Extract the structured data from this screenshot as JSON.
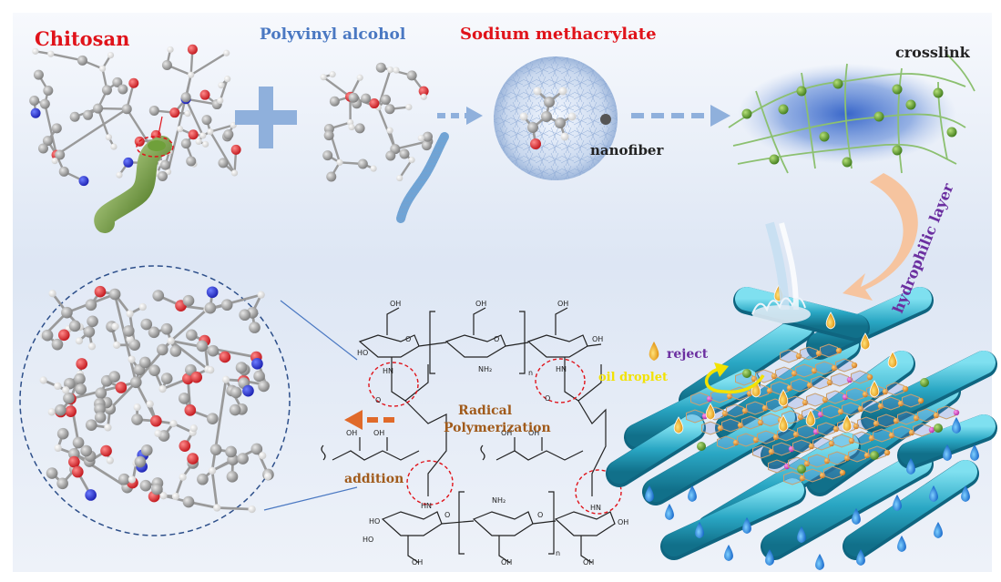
{
  "labels": {
    "chitosan": "Chitosan",
    "pva": "Polyvinyl alcohol",
    "sma": "Sodium methacrylate",
    "crosslink": "crosslink",
    "nanofiber": "nanofiber",
    "hydrophilic": "hydrophilic layer",
    "reject": "reject",
    "oil": "oil droplet",
    "radical1": "Radical",
    "radical2": "Polymerization",
    "addition": "addition",
    "nh2_top": "NH₂",
    "nh2_bottom": "NH₂",
    "sub_n1": "n",
    "sub_n2": "n"
  },
  "colors": {
    "red_label": "#e0131a",
    "blue_label": "#4a78c2",
    "purple_label": "#6b2fa0",
    "yellow_label": "#f2e200",
    "brown_label": "#a05a1a",
    "arrow_blue": "#8fb0dc",
    "arrow_orange": "#e06a2a",
    "membrane": "#2aa7c4",
    "water": "#1f8fd8",
    "oil": "#f2b01e"
  }
}
